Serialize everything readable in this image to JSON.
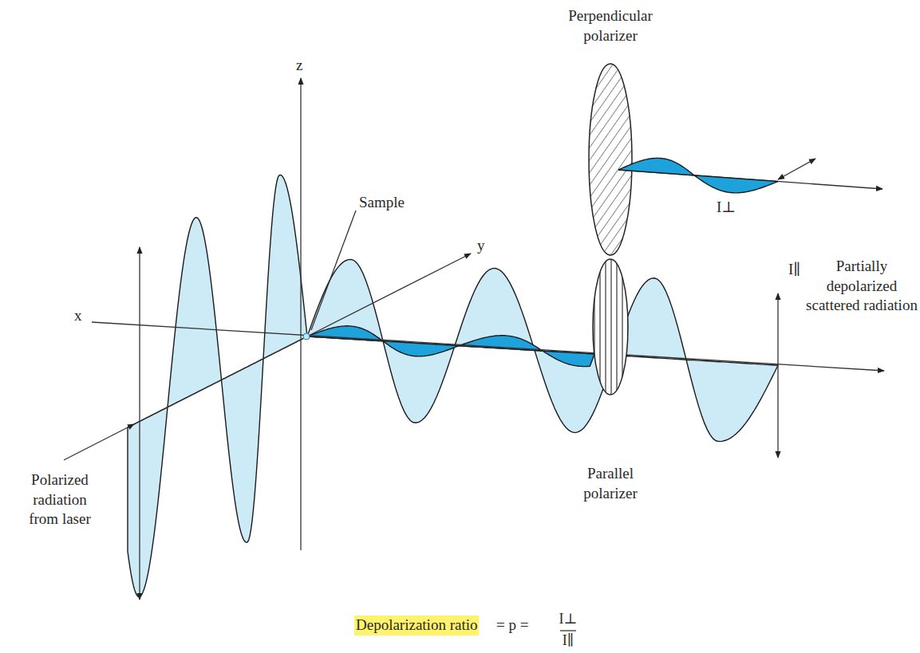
{
  "diagram": {
    "labels": [
      "Perpendicular polarizer",
      "z",
      "Sample",
      "y",
      "x",
      "Partially depolarized scattered radiation",
      "I∥",
      "I⊥",
      "Polarized radiation from laser",
      "Parallel polarizer",
      "Depolarization ratio",
      "= p =",
      "I⊥",
      "I∥"
    ]
  }
}
